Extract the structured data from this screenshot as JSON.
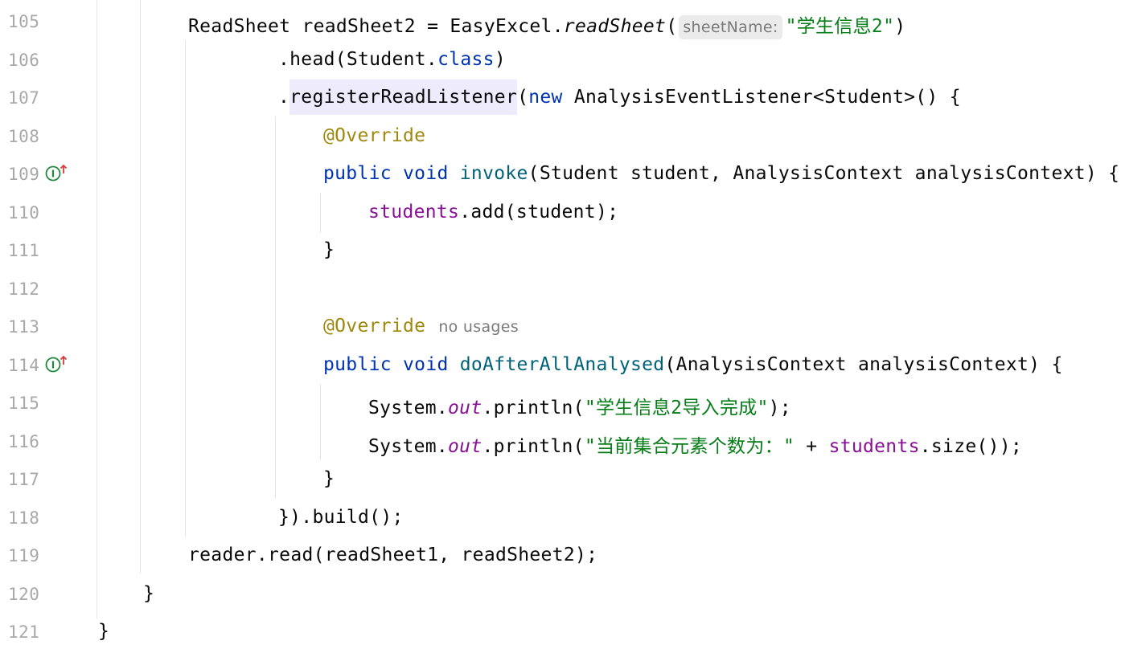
{
  "editor": {
    "lines": [
      {
        "num": "105"
      },
      {
        "num": "106"
      },
      {
        "num": "107"
      },
      {
        "num": "108"
      },
      {
        "num": "109"
      },
      {
        "num": "110"
      },
      {
        "num": "111"
      },
      {
        "num": "112"
      },
      {
        "num": "113"
      },
      {
        "num": "114"
      },
      {
        "num": "115"
      },
      {
        "num": "116"
      },
      {
        "num": "117"
      },
      {
        "num": "118"
      },
      {
        "num": "119"
      },
      {
        "num": "120"
      },
      {
        "num": "121"
      }
    ],
    "gutter_icons": [
      "implements-method-icon",
      "implements-method-icon"
    ],
    "tokens": {
      "l105_a": "ReadSheet readSheet2 = EasyExcel.",
      "l105_fn": "readSheet",
      "l105_paren": "(",
      "l105_hint": "sheetName:",
      "l105_str": "\"学生信息2\"",
      "l105_close": ")",
      "l106_a": ".head(Student.",
      "l106_kw": "class",
      "l106_close": ")",
      "l107_dot": ".",
      "l107_method": "registerReadListener",
      "l107_paren": "(",
      "l107_kw": "new",
      "l107_rest": " AnalysisEventListener<Student>() {",
      "l108_ann": "@Override",
      "l109_kw": "public void",
      "l109_fn": "invoke",
      "l109_rest": "(Student student, AnalysisContext analysisContext) {",
      "l110_fld": "students",
      "l110_rest": ".add(student);",
      "l111": "}",
      "l113_ann": "@Override",
      "l113_usage": "no usages",
      "l114_kw": "public void",
      "l114_fn": "doAfterAllAnalysed",
      "l114_rest": "(AnalysisContext analysisContext) {",
      "l115_a": "System.",
      "l115_out": "out",
      "l115_b": ".println(",
      "l115_str": "\"学生信息2导入完成\"",
      "l115_c": ");",
      "l116_a": "System.",
      "l116_out": "out",
      "l116_b": ".println(",
      "l116_str": "\"当前集合元素个数为：\"",
      "l116_c": " + ",
      "l116_fld": "students",
      "l116_d": ".size());",
      "l117": "}",
      "l118": "}).build();",
      "l119": "reader.read(readSheet1, readSheet2);",
      "l120": "}",
      "l121": "}"
    },
    "colors": {
      "keyword": "#0033b3",
      "method": "#00627a",
      "annotation": "#9e880d",
      "string": "#067d17",
      "field": "#871094",
      "line_number": "#a8a8a8",
      "gutter_icon": "#1f8a3b"
    }
  }
}
